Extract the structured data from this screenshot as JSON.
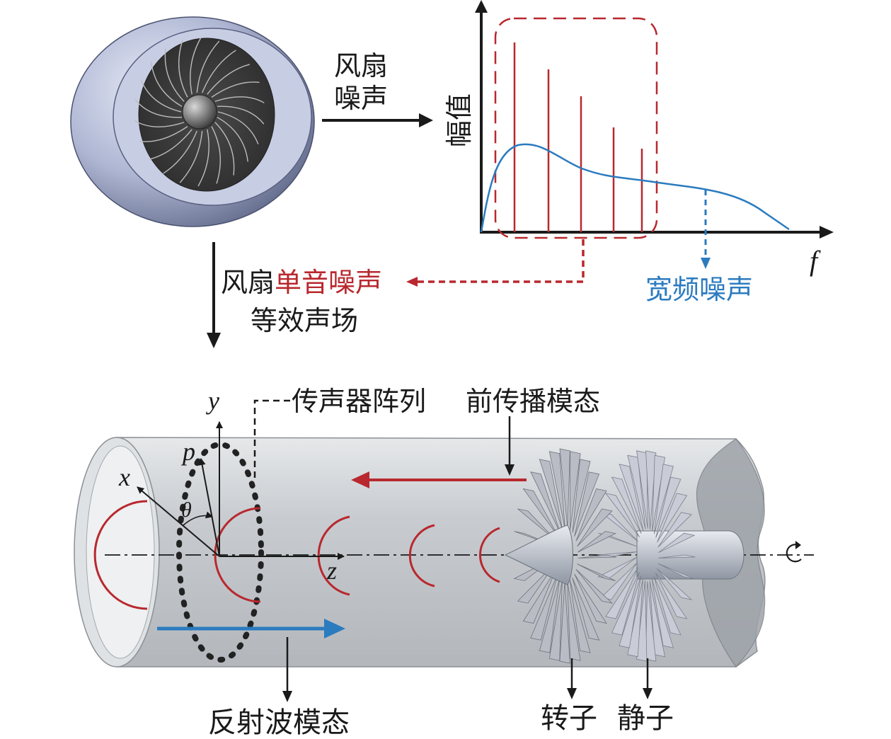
{
  "colors": {
    "tonal_red": "#b8282e",
    "broadband_blue": "#2b7bbf",
    "duct_gray": "#cfd2d6",
    "text": "#1a1a1a"
  },
  "top": {
    "arrow_label_line1": "风扇",
    "arrow_label_line2": "噪声",
    "down_label_prefix": "风扇",
    "down_label_highlight": "单音噪声",
    "down_label_line2": "等效声场"
  },
  "spectrum": {
    "y_label": "幅值",
    "x_label": "f",
    "broadband_label": "宽频噪声"
  },
  "chart_data": {
    "type": "line",
    "xlabel": "f",
    "ylabel": "幅值",
    "series": [
      {
        "name": "宽频噪声",
        "kind": "curve"
      },
      {
        "name": "单音噪声",
        "kind": "spikes"
      }
    ]
  },
  "duct": {
    "mic_array_label": "传声器阵列",
    "forward_mode_label": "前传播模态",
    "reflected_mode_label": "反射波模态",
    "rotor_label": "转子",
    "stator_label": "静子",
    "axis_y": "y",
    "axis_x": "x",
    "axis_z": "z",
    "axis_p": "p",
    "axis_theta": "θ",
    "rotation_symbol": "↺"
  }
}
